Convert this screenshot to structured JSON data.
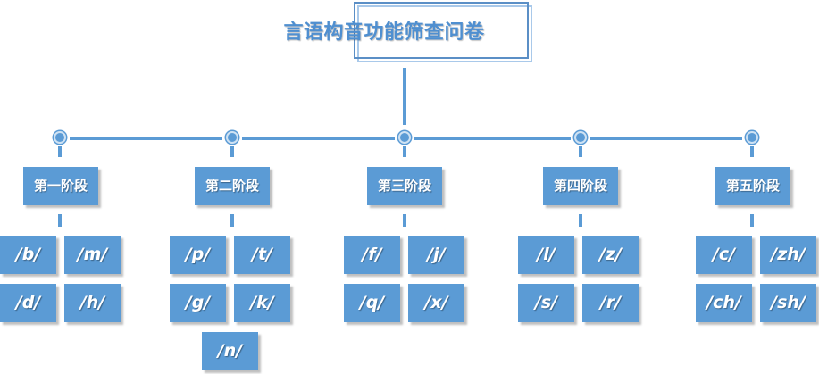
{
  "title": "言语构音功能筛查问卷",
  "colors": {
    "box": "#5b9bd5",
    "title": "#4f8fd0",
    "line": "#5b9bd5"
  },
  "stages": [
    {
      "label": "第一阶段",
      "phonemes": [
        "/b/",
        "/m/",
        "/d/",
        "/h/"
      ]
    },
    {
      "label": "第二阶段",
      "phonemes": [
        "/p/",
        "/t/",
        "/g/",
        "/k/",
        "/n/"
      ]
    },
    {
      "label": "第三阶段",
      "phonemes": [
        "/f/",
        "/j/",
        "/q/",
        "/x/"
      ]
    },
    {
      "label": "第四阶段",
      "phonemes": [
        "/l/",
        "/z/",
        "/s/",
        "/r/"
      ]
    },
    {
      "label": "第五阶段",
      "phonemes": [
        "/c/",
        "/zh/",
        "/ch/",
        "/sh/"
      ]
    }
  ]
}
